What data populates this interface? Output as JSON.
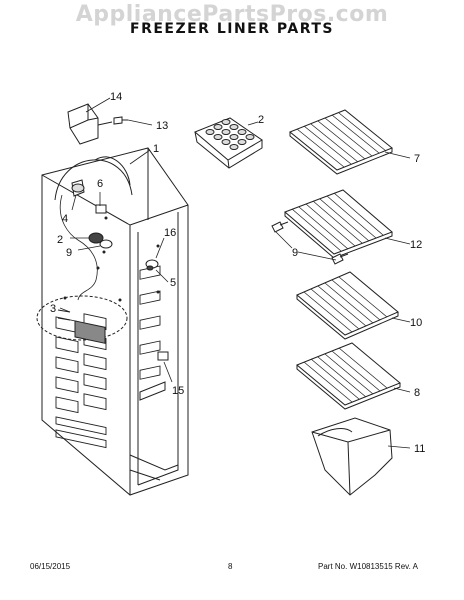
{
  "watermark": "AppliancePartsPros.com",
  "title": "FREEZER LINER PARTS",
  "callouts": {
    "c1": "1",
    "c2a": "2",
    "c2b": "2",
    "c3": "3",
    "c4": "4",
    "c5": "5",
    "c6": "6",
    "c7": "7",
    "c8": "8",
    "c9a": "9",
    "c9b": "9",
    "c10": "10",
    "c11": "11",
    "c12": "12",
    "c13": "13",
    "c14": "14",
    "c15": "15",
    "c16": "16"
  },
  "footer": {
    "date": "06/15/2015",
    "page": "8",
    "part_no": "Part No. W10813515  Rev. A"
  }
}
